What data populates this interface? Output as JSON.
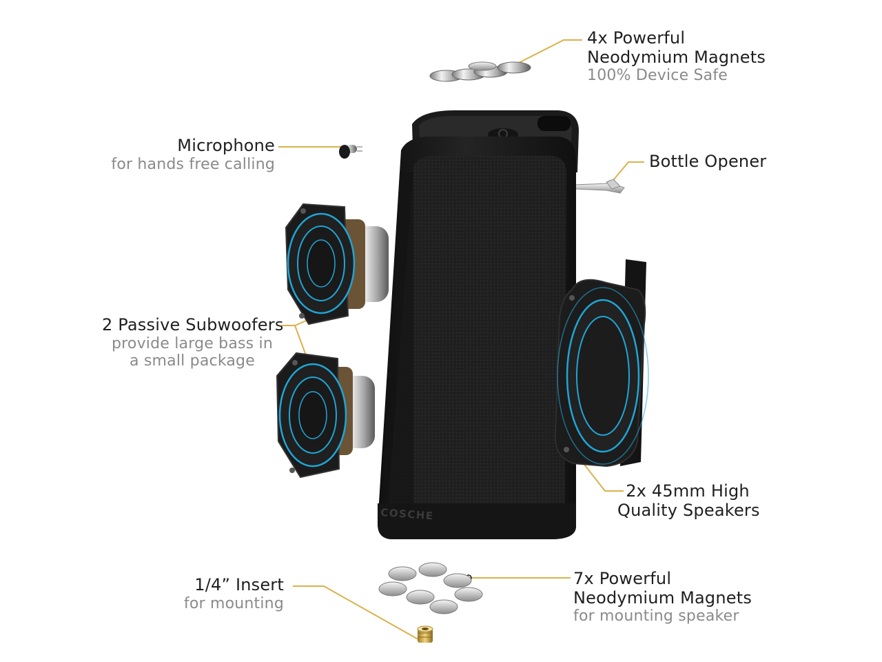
{
  "callouts": {
    "magnets_top": {
      "title_line1": "4x Powerful",
      "title_line2": "Neodymium Magnets",
      "subtitle": "100% Device Safe"
    },
    "microphone": {
      "title": "Microphone",
      "subtitle": "for hands free calling"
    },
    "bottle_opener": {
      "title": "Bottle Opener"
    },
    "subwoofers": {
      "title": "2 Passive Subwoofers",
      "subtitle_line1": "provide large bass in",
      "subtitle_line2": "a small package"
    },
    "speakers": {
      "title_line1": "2x 45mm High",
      "title_line2": "Quality Speakers"
    },
    "insert": {
      "title": "1/4” Insert",
      "subtitle": "for mounting"
    },
    "magnets_bottom": {
      "title_line1": "7x Powerful",
      "title_line2": "Neodymium Magnets",
      "subtitle": "for mounting speaker"
    }
  },
  "product": {
    "brand_text": "COSCHE"
  },
  "colors": {
    "leader_line": "#d9b24a",
    "accent_ring": "#1ea6d8",
    "body": "#1c1c1c",
    "text": "#1f1f1f",
    "subtext": "#8a8a8a"
  }
}
